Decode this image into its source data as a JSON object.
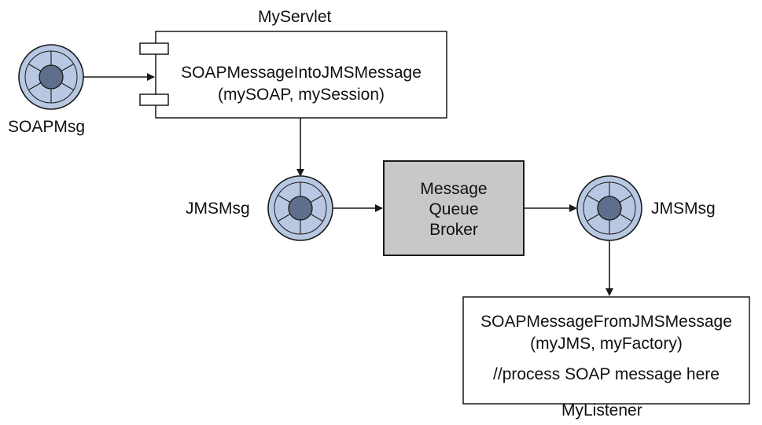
{
  "servlet": {
    "title": "MyServlet",
    "method_line1": "SOAPMessageIntoJMSMessage",
    "method_line2": "(mySOAP, mySession)"
  },
  "soap_msg": {
    "label": "SOAPMsg"
  },
  "jms_msg_left": {
    "label": "JMSMsg"
  },
  "jms_msg_right": {
    "label": "JMSMsg"
  },
  "broker": {
    "line1": "Message",
    "line2": "Queue",
    "line3": "Broker"
  },
  "listener": {
    "method_line1": "SOAPMessageFromJMSMessage",
    "method_line2": "(myJMS, myFactory)",
    "comment": "//process SOAP message here",
    "title": "MyListener"
  },
  "colors": {
    "message_outer": "#b8c8e2",
    "message_inner": "#5d6f8c",
    "broker_fill": "#c8c8c8",
    "stroke": "#1a1a1a"
  },
  "icons": [
    "message-icon",
    "arrow-icon",
    "component-icon"
  ]
}
